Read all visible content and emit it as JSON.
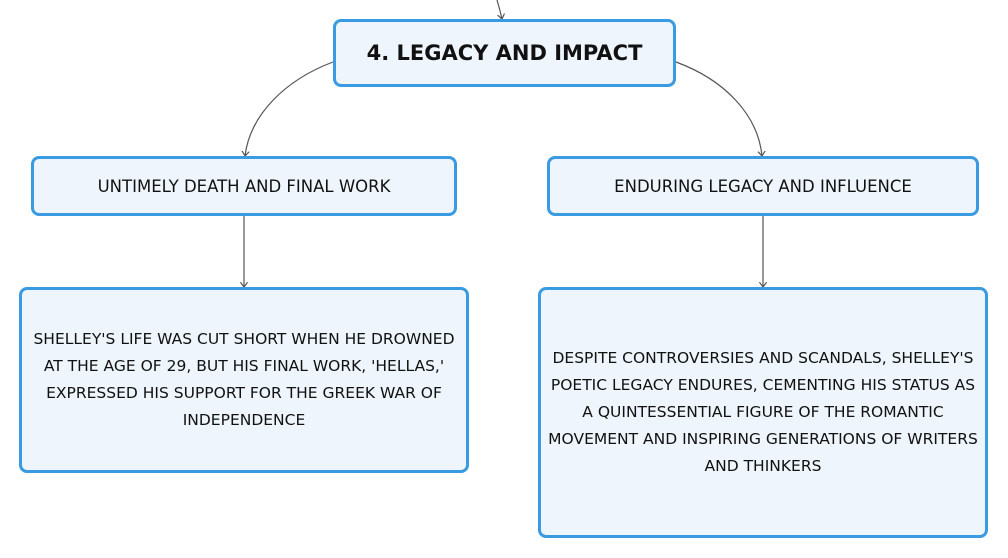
{
  "root": {
    "label": "4. LEGACY AND IMPACT"
  },
  "branches": [
    {
      "title": "UNTIMELY DEATH AND FINAL WORK",
      "detail": "SHELLEY'S LIFE WAS CUT SHORT WHEN HE DROWNED AT THE AGE OF 29, BUT HIS FINAL WORK, 'HELLAS,' EXPRESSED HIS SUPPORT FOR THE GREEK WAR OF INDEPENDENCE"
    },
    {
      "title": "ENDURING LEGACY AND INFLUENCE",
      "detail": "DESPITE CONTROVERSIES AND SCANDALS, SHELLEY'S POETIC LEGACY ENDURES, CEMENTING HIS STATUS AS A QUINTESSENTIAL FIGURE OF THE ROMANTIC MOVEMENT AND INSPIRING GENERATIONS OF WRITERS AND THINKERS"
    }
  ],
  "colors": {
    "border": "#3b9be2",
    "fill": "#eef5fc",
    "connector": "#555555"
  }
}
